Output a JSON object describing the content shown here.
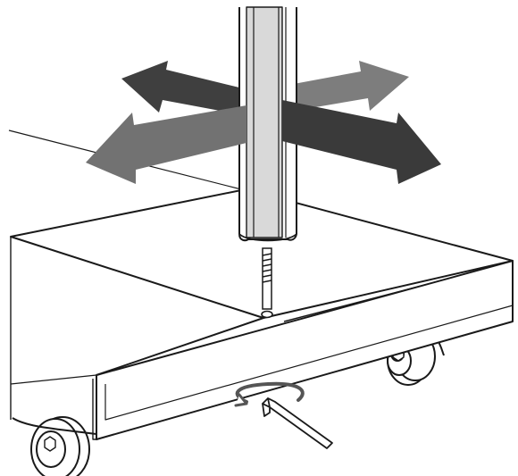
{
  "figure": {
    "type": "assembly-instruction-illustration",
    "parts": [
      "vertical-column",
      "threaded-bolt",
      "base-plate",
      "caster-wheel",
      "allen-key",
      "rotation-arrow",
      "direction-arrows"
    ],
    "colors": {
      "line": "#1a1a1a",
      "surface": "#ffffff",
      "arrow_dark": "#3f3f3f",
      "arrow_mid": "#6e6e6e",
      "arrow_light": "#a6a6a6",
      "column_shade": "#d9d9d9"
    }
  }
}
